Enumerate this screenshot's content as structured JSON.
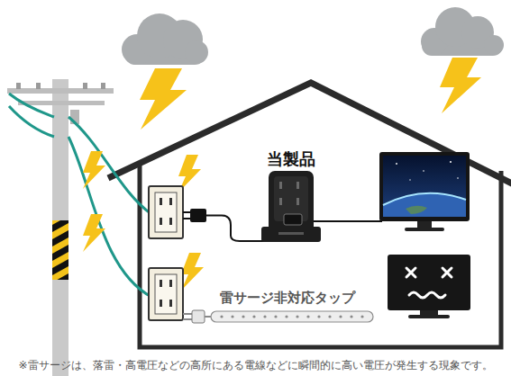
{
  "diagram": {
    "caption": "※雷サージは、落雷・高電圧などの高所にある電線などに瞬間的に高い電圧が発生する現象です。",
    "nodes": [
      {
        "text": [
          "当製品"
        ]
      },
      {
        "text": [
          "雷サージ非対応タップ"
        ]
      }
    ]
  }
}
